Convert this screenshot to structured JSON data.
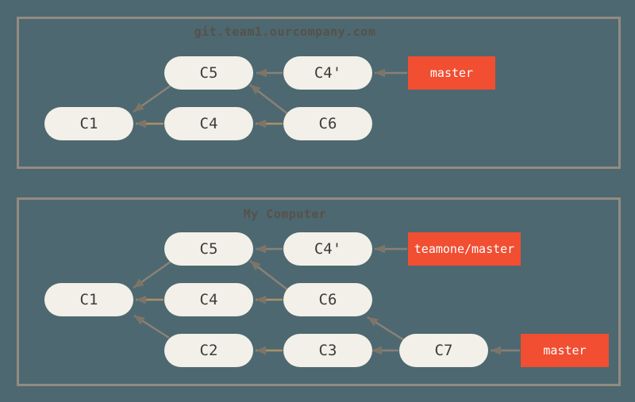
{
  "colors": {
    "background": "#4d6870",
    "box_border": "#938b81",
    "commit_fill": "#f2f0e8",
    "commit_text": "#3f3b37",
    "branch_fill": "#f14e32",
    "branch_text": "#ffffff",
    "title_text": "#57514a",
    "arrow_gray": "#8a8177",
    "arrow_tan": "#ad9166",
    "arrowhead": "#7d7568"
  },
  "diagrams": [
    {
      "title": "git.team1.ourcompany.com",
      "commits": [
        {
          "id": "c5",
          "label": "C5"
        },
        {
          "id": "c4-prime",
          "label": "C4'"
        },
        {
          "id": "c1",
          "label": "C1"
        },
        {
          "id": "c4",
          "label": "C4"
        },
        {
          "id": "c6",
          "label": "C6"
        }
      ],
      "branches": [
        {
          "id": "master",
          "label": "master",
          "points_to": "c4-prime"
        }
      ],
      "edges": [
        {
          "from": "c4-prime",
          "to": "c5"
        },
        {
          "from": "master",
          "to": "c4-prime"
        },
        {
          "from": "c4",
          "to": "c1"
        },
        {
          "from": "c6",
          "to": "c4"
        },
        {
          "from": "c5",
          "to": "c1"
        },
        {
          "from": "c6",
          "to": "c5"
        }
      ]
    },
    {
      "title": "My Computer",
      "commits": [
        {
          "id": "c5",
          "label": "C5"
        },
        {
          "id": "c4-prime",
          "label": "C4'"
        },
        {
          "id": "c1",
          "label": "C1"
        },
        {
          "id": "c4",
          "label": "C4"
        },
        {
          "id": "c6",
          "label": "C6"
        },
        {
          "id": "c2",
          "label": "C2"
        },
        {
          "id": "c3",
          "label": "C3"
        },
        {
          "id": "c7",
          "label": "C7"
        }
      ],
      "branches": [
        {
          "id": "teamone-master",
          "label": "teamone/master",
          "points_to": "c4-prime"
        },
        {
          "id": "master",
          "label": "master",
          "points_to": "c7"
        }
      ],
      "edges": [
        {
          "from": "c4-prime",
          "to": "c5"
        },
        {
          "from": "teamone-master",
          "to": "c4-prime"
        },
        {
          "from": "c4",
          "to": "c1"
        },
        {
          "from": "c6",
          "to": "c4"
        },
        {
          "from": "c5",
          "to": "c1"
        },
        {
          "from": "c6",
          "to": "c5"
        },
        {
          "from": "c2",
          "to": "c1"
        },
        {
          "from": "c3",
          "to": "c2"
        },
        {
          "from": "c7",
          "to": "c3"
        },
        {
          "from": "c7",
          "to": "c6"
        },
        {
          "from": "master",
          "to": "c7"
        }
      ]
    }
  ]
}
